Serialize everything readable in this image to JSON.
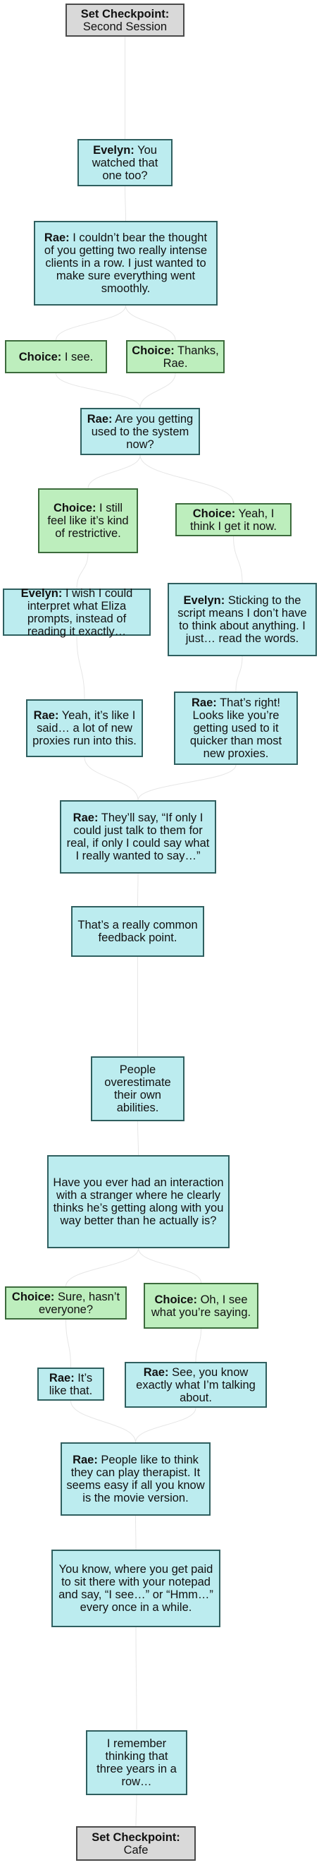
{
  "nodes": [
    {
      "id": "cp1",
      "type": "checkpoint",
      "speaker": "Set Checkpoint:",
      "text": "Second Session"
    },
    {
      "id": "n1",
      "type": "dialogue",
      "speaker": "Evelyn:",
      "text": "You watched that one too?"
    },
    {
      "id": "n2",
      "type": "dialogue",
      "speaker": "Rae:",
      "text": "I couldn’t bear the thought of you getting two really intense clients in a row. I just wanted to make sure everything went smoothly."
    },
    {
      "id": "c1",
      "type": "choice",
      "speaker": "Choice:",
      "text": "I see."
    },
    {
      "id": "c2",
      "type": "choice",
      "speaker": "Choice:",
      "text": "Thanks, Rae."
    },
    {
      "id": "n3",
      "type": "dialogue",
      "speaker": "Rae:",
      "text": "Are you getting used to the system now?"
    },
    {
      "id": "c3",
      "type": "choice",
      "speaker": "Choice:",
      "text": "I still feel like it’s kind of restrictive."
    },
    {
      "id": "c4",
      "type": "choice",
      "speaker": "Choice:",
      "text": "Yeah, I think I get it now."
    },
    {
      "id": "n4",
      "type": "dialogue",
      "speaker": "Evelyn:",
      "text": "I wish I could interpret what Eliza prompts, instead of reading it exactly…"
    },
    {
      "id": "n5",
      "type": "dialogue",
      "speaker": "Evelyn:",
      "text": "Sticking to the script means I don’t have to think about anything. I just… read the words."
    },
    {
      "id": "n6",
      "type": "dialogue",
      "speaker": "Rae:",
      "text": "Yeah, it’s like I said… a lot of new proxies run into this."
    },
    {
      "id": "n7",
      "type": "dialogue",
      "speaker": "Rae:",
      "text": "That’s right! Looks like you’re getting used to it quicker than most new proxies."
    },
    {
      "id": "n8",
      "type": "dialogue",
      "speaker": "Rae:",
      "text": "They’ll say, “If only I could just talk to them for real, if only I could say what I really wanted to say…”"
    },
    {
      "id": "n9",
      "type": "dialogue",
      "speaker": "",
      "text": "That’s a really common feedback point."
    },
    {
      "id": "n10",
      "type": "dialogue",
      "speaker": "",
      "text": "People overestimate their own abilities."
    },
    {
      "id": "n11",
      "type": "dialogue",
      "speaker": "",
      "text": "Have you ever had an interaction with a stranger where he clearly thinks he’s getting along with you way better than he actually is?"
    },
    {
      "id": "c5",
      "type": "choice",
      "speaker": "Choice:",
      "text": "Sure, hasn’t everyone?"
    },
    {
      "id": "c6",
      "type": "choice",
      "speaker": "Choice:",
      "text": "Oh, I see what you’re saying."
    },
    {
      "id": "n12",
      "type": "dialogue",
      "speaker": "Rae:",
      "text": "It’s like that."
    },
    {
      "id": "n13",
      "type": "dialogue",
      "speaker": "Rae:",
      "text": "See, you know exactly what I’m talking about."
    },
    {
      "id": "n14",
      "type": "dialogue",
      "speaker": "Rae:",
      "text": "People like to think they can play therapist. It seems easy if all you know is the movie version."
    },
    {
      "id": "n15",
      "type": "dialogue",
      "speaker": "",
      "text": "You know, where you get paid to sit there with your notepad and say, “I see…” or “Hmm…” every once in a while."
    },
    {
      "id": "n16",
      "type": "dialogue",
      "speaker": "",
      "text": "I remember thinking that three years in a row…"
    },
    {
      "id": "cp2",
      "type": "checkpoint",
      "speaker": "Set Checkpoint:",
      "text": "Cafe"
    }
  ],
  "edges": [
    [
      "cp1",
      "n1"
    ],
    [
      "n1",
      "n2"
    ],
    [
      "n2",
      "c1"
    ],
    [
      "n2",
      "c2"
    ],
    [
      "c1",
      "n3"
    ],
    [
      "c2",
      "n3"
    ],
    [
      "n3",
      "c3"
    ],
    [
      "n3",
      "c4"
    ],
    [
      "c3",
      "n4"
    ],
    [
      "c4",
      "n5"
    ],
    [
      "n4",
      "n6"
    ],
    [
      "n5",
      "n7"
    ],
    [
      "n6",
      "n8"
    ],
    [
      "n7",
      "n8"
    ],
    [
      "n8",
      "n9"
    ],
    [
      "n9",
      "n10"
    ],
    [
      "n10",
      "n11"
    ],
    [
      "n11",
      "c5"
    ],
    [
      "n11",
      "c6"
    ],
    [
      "c5",
      "n12"
    ],
    [
      "c6",
      "n13"
    ],
    [
      "n12",
      "n14"
    ],
    [
      "n13",
      "n14"
    ],
    [
      "n14",
      "n15"
    ],
    [
      "n15",
      "n16"
    ],
    [
      "n16",
      "cp2"
    ]
  ]
}
